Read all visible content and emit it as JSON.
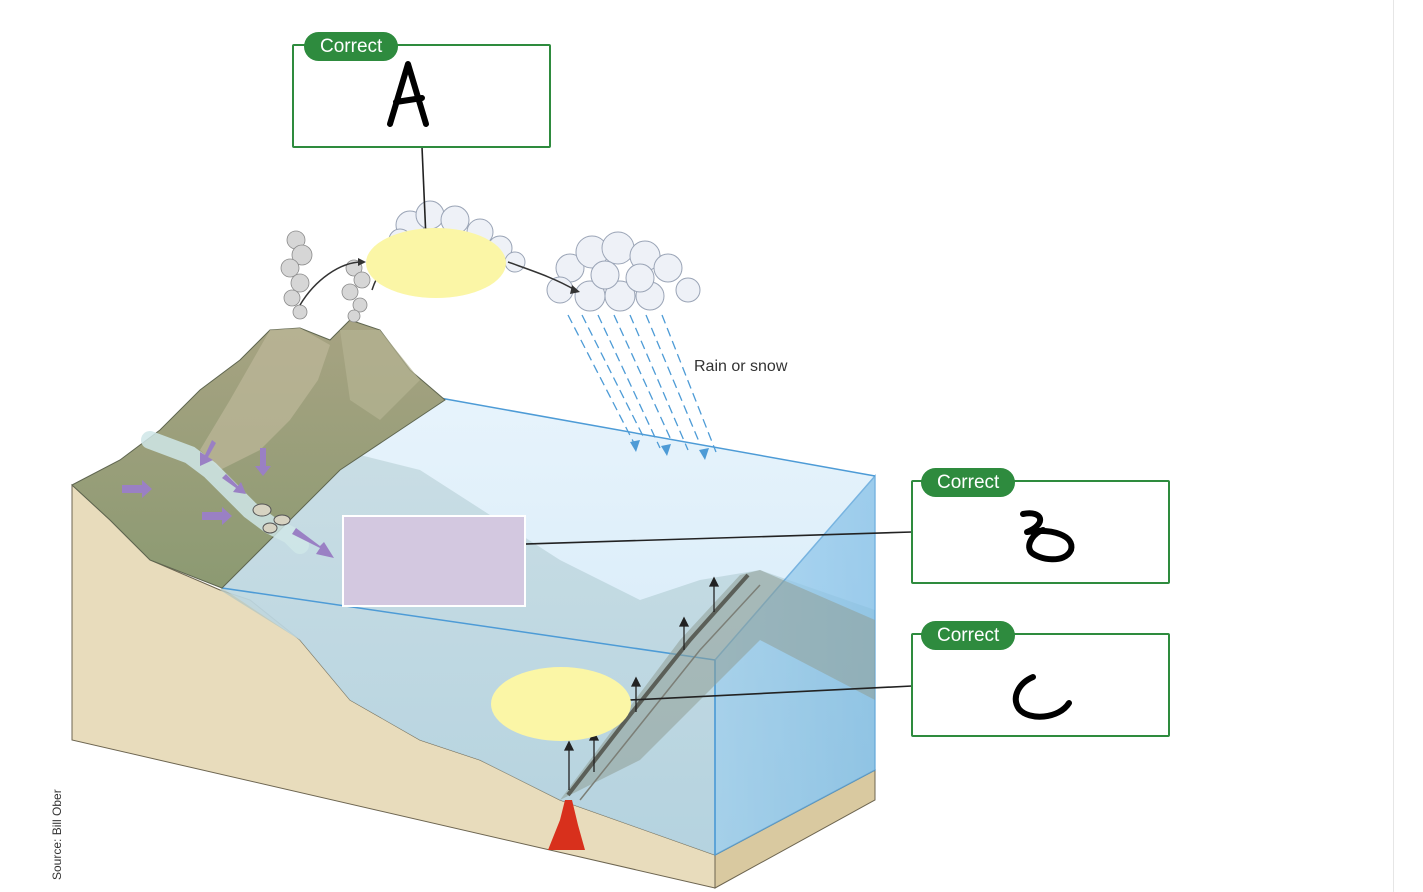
{
  "diagram": {
    "rain_label": "Rain or snow",
    "source_credit": "Source: Bill Ober"
  },
  "answer_boxes": [
    {
      "id": "A",
      "status": "Correct",
      "answer": "A"
    },
    {
      "id": "B",
      "status": "Correct",
      "answer": "B"
    },
    {
      "id": "C",
      "status": "Correct",
      "answer": "C"
    }
  ],
  "colors": {
    "correct_green": "#2e8b3e",
    "target_yellow": "#fbf6a6",
    "target_purple": "#d3c8e0",
    "water": "#c5e3f6",
    "sediment": "#e8dcbc",
    "magma": "#d8301c",
    "arrow_purple": "#9a80c4"
  }
}
